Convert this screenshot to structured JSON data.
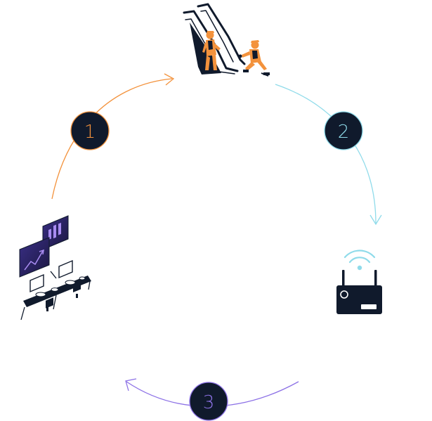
{
  "colors": {
    "navy": "#101a2c",
    "orange": "#f3923c",
    "cyan": "#8fdbea",
    "purple": "#8d72e6",
    "purple_dark": "#2f2a66",
    "panel_purple": "#a98cf2"
  },
  "icons": {
    "escalator": "escalator-repair-workers-icon",
    "router": "wifi-router-icon",
    "control_room": "monitoring-workstation-icon"
  },
  "steps": [
    {
      "number": "1",
      "color": "#f3923c"
    },
    {
      "number": "2",
      "color": "#8fdbea"
    },
    {
      "number": "3",
      "color": "#8d72e6"
    }
  ]
}
